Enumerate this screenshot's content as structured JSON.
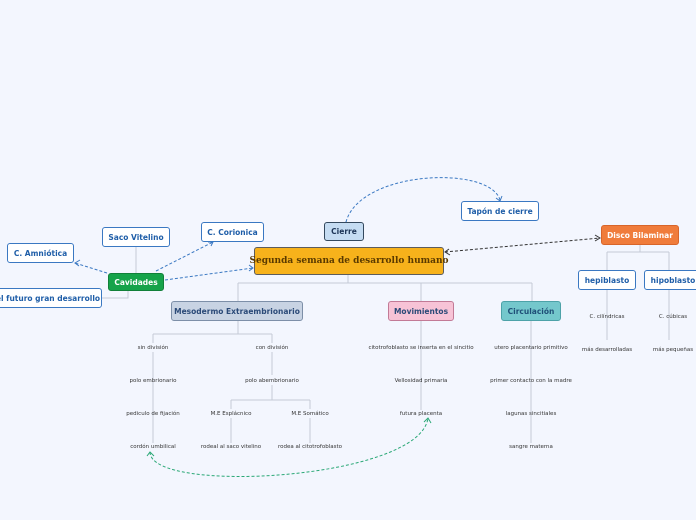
{
  "central": "Segunda semana de desarrollo humano",
  "cierre": "Cierre",
  "tapon": "Tapón de cierre",
  "disco": "Disco Bilaminar",
  "hipoblasto_left": "hepiblasto",
  "hipoblasto_right": "hipoblasto",
  "cavidades": "Cavidades",
  "saco": "Saco Vitelino",
  "corionica": "C. Corionica",
  "amniotica": "C. Amniótica",
  "futuro": "el futuro gran desarrollo",
  "mesodermo": "Mesodermo Extraembrionario",
  "movimientos": "Movimientos",
  "circulacion": "Circulación",
  "leaves": {
    "cilindricas": "C. cilíndricas",
    "mas_desarrolladas": "más desarrolladas",
    "cubicas": "C. cúbicas",
    "mas_pequenas": "más pequeñas",
    "sin_division": "sin división",
    "con_division": "con división",
    "polo_embrionario": "polo embrionario",
    "polo_abembrionario": "polo abembrionario",
    "pediculo": "pediculo de fijación",
    "me_esplacnico": "M.E Esplácnico",
    "me_somatico": "M.E Somático",
    "cordon": "cordón umbilical",
    "rodeal": "rodeal al saco vitelino",
    "rodea_cito": "rodea al citotrofoblasto",
    "cito_inserta": "citotrofoblasto se inserta en el sincitio",
    "vellosidad": "Vellosidad primaria",
    "futura_placenta": "futura placenta",
    "utero": "utero placentario primitivo",
    "primer_contacto": "primer contacto con la madre",
    "lagunas": "lagunas sincitiales",
    "sangre": "sangre materna"
  }
}
